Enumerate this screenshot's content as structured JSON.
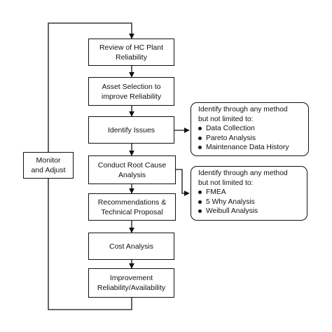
{
  "steps": [
    {
      "lines": [
        "Review of HC Plant",
        "Reliability"
      ]
    },
    {
      "lines": [
        "Asset Selection to",
        "improve  Reliability"
      ]
    },
    {
      "lines": [
        "Identify Issues"
      ]
    },
    {
      "lines": [
        "Conduct Root Cause",
        "Analysis"
      ]
    },
    {
      "lines": [
        "Recommendations &",
        "Technical Proposal"
      ]
    },
    {
      "lines": [
        "Cost Analysis"
      ]
    },
    {
      "lines": [
        "Improvement",
        "Reliability/Availability"
      ]
    }
  ],
  "monitor": {
    "lines": [
      "Monitor",
      "and Adjust"
    ]
  },
  "notes": [
    {
      "intro": [
        "Identify through any method",
        "but not limited to:"
      ],
      "items": [
        "Data Collection",
        "Pareto Analysis",
        "Maintenance Data History"
      ]
    },
    {
      "intro": [
        "Identify through any method",
        "but not limited to:"
      ],
      "items": [
        "FMEA",
        "5 Why Analysis",
        "Weibull Analysis"
      ]
    }
  ]
}
